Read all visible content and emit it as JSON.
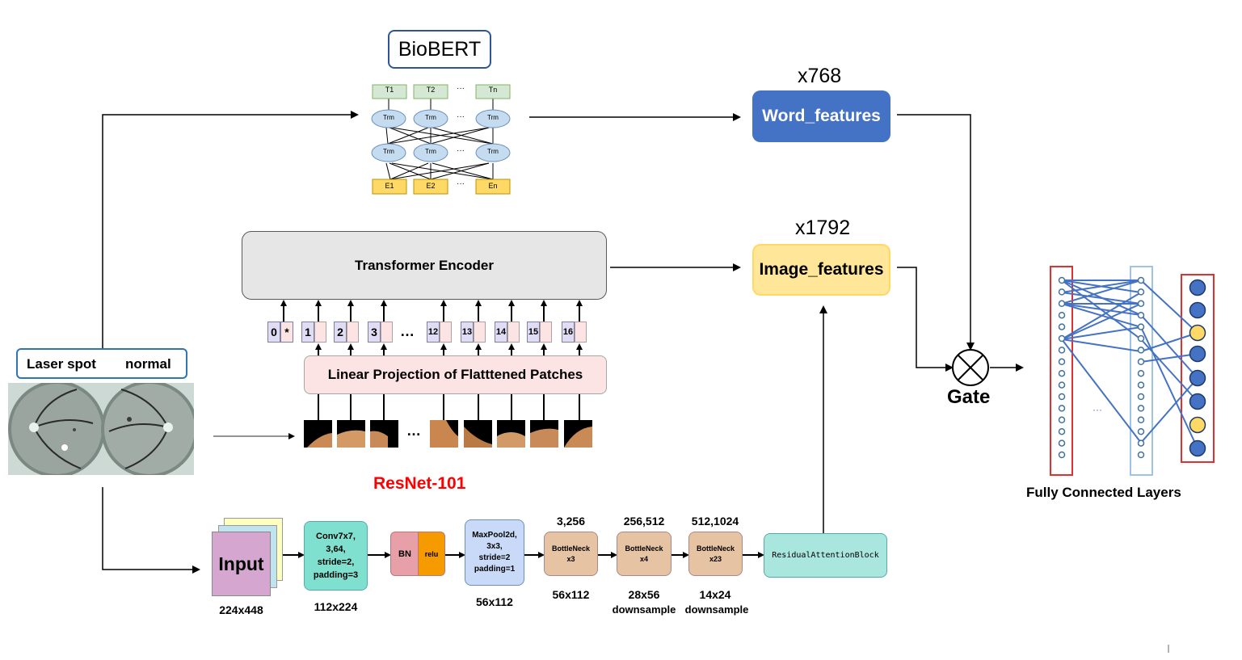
{
  "biobert": {
    "title": "BioBERT",
    "top_tokens": [
      "T1",
      "T2",
      "Tn"
    ],
    "layer_label": "Trm",
    "bottom_tokens": [
      "E1",
      "E2",
      "En"
    ],
    "ellipsis": "···"
  },
  "features": {
    "word_dim": "x768",
    "word_label": "Word_features",
    "image_dim": "x1792",
    "image_label": "Image_features"
  },
  "vit": {
    "encoder_label": "Transformer Encoder",
    "projection_label": "Linear Projection of Flatttened Patches",
    "class_token": "0",
    "class_token_mark": "*",
    "tokens": [
      "1",
      "2",
      "3",
      "12",
      "13",
      "14",
      "15",
      "16"
    ],
    "ellipsis": "…"
  },
  "input_image": {
    "left_label": "Laser spot",
    "right_label": "normal"
  },
  "resnet": {
    "title": "ResNet-101",
    "input_label": "Input",
    "input_size": "224x448",
    "conv_label": "Conv7x7,\n3,64,\nstride=2,\npadding=3",
    "conv_size": "112x224",
    "bn_label": "BN",
    "relu_label": "relu",
    "pool_label": "MaxPool2d,\n3x3,\nstride=2\npadding=1",
    "pool_size": "56x112",
    "b1_channels": "3,256",
    "b1_label": "BottleNeck\nx3",
    "b1_size": "56x112",
    "b2_channels": "256,512",
    "b2_label": "BottleNeck\nx4",
    "b2_size": "28x56",
    "b2_note": "downsample",
    "b3_channels": "512,1024",
    "b3_label": "BottleNeck\nx23",
    "b3_size": "14x24",
    "b3_note": "downsample",
    "attention_label": "ResidualAttentionBlock"
  },
  "fusion": {
    "gate_label": "Gate",
    "fc_label": "Fully Connected Layers",
    "fc_ellipsis": "···"
  },
  "colors": {
    "word_features": "#4472c4",
    "image_features": "#ffe699",
    "resnet_title": "#ff0000",
    "input_block": "#d5a6d0",
    "conv_block": "#7fe0d0",
    "bn_block": "#e8a0a8",
    "relu_block": "#f59b00",
    "pool_block": "#c9daf8",
    "bottleneck_block": "#e6c3a3",
    "attention_block": "#a8e6de"
  }
}
